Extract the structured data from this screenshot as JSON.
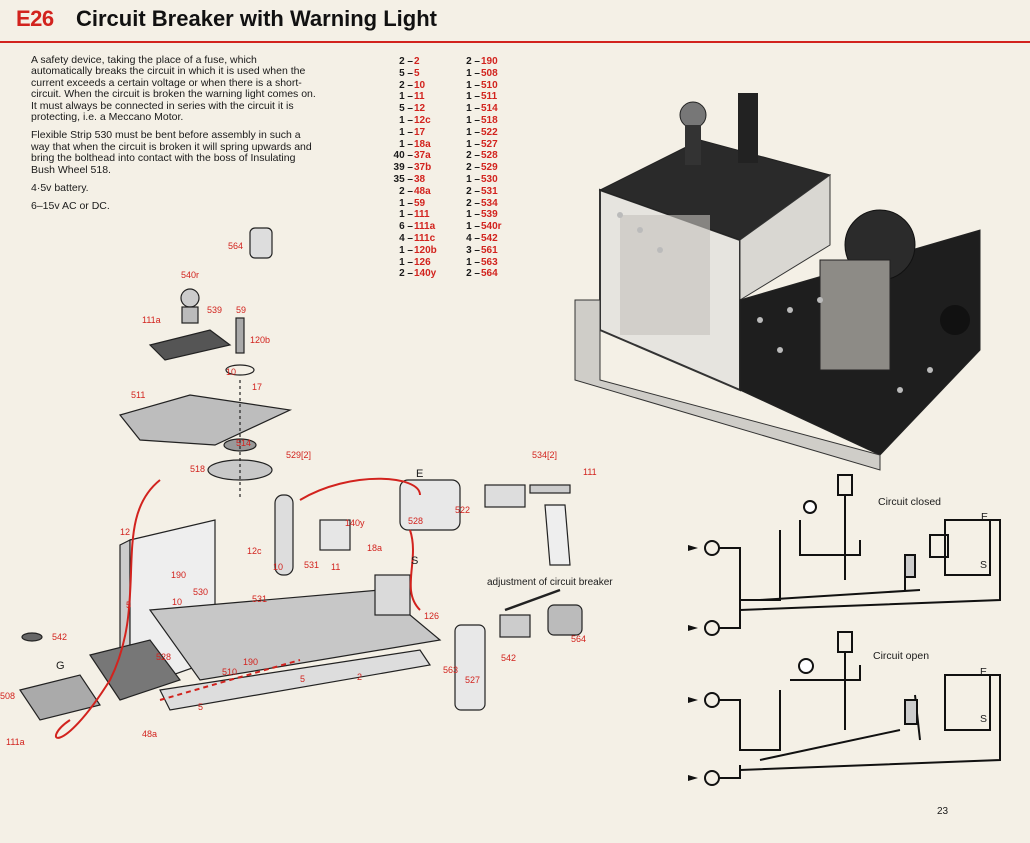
{
  "header": {
    "code": "E26",
    "title": "Circuit Breaker with Warning Light"
  },
  "intro": {
    "p1": "A safety device, taking the place of a fuse, which automatically breaks the circuit in which it is used when the current exceeds a certain voltage or when there is a short-circuit. When the circuit is broken the warning light comes on. It must always be connected in series with the circuit it is protecting, i.e. a Meccano Motor.",
    "p2": "Flexible Strip 530 must be bent before assembly in such a way that when the circuit is broken it will spring upwards and bring the bolthead into contact with the boss of Insulating Bush Wheel 518.",
    "p3": "4·5v battery.",
    "p4": "6–15v AC or DC."
  },
  "parts_col1": [
    {
      "q": "2 –",
      "p": "2"
    },
    {
      "q": "5 –",
      "p": "5"
    },
    {
      "q": "2 –",
      "p": "10"
    },
    {
      "q": "1 –",
      "p": "11"
    },
    {
      "q": "5 –",
      "p": "12"
    },
    {
      "q": "1 –",
      "p": "12c"
    },
    {
      "q": "1 –",
      "p": "17"
    },
    {
      "q": "1 –",
      "p": "18a"
    },
    {
      "q": "40 –",
      "p": "37a"
    },
    {
      "q": "39 –",
      "p": "37b"
    },
    {
      "q": "35 –",
      "p": "38"
    },
    {
      "q": "2 –",
      "p": "48a"
    },
    {
      "q": "1 –",
      "p": "59"
    },
    {
      "q": "1 –",
      "p": "111"
    },
    {
      "q": "6 –",
      "p": "111a"
    },
    {
      "q": "4 –",
      "p": "111c"
    },
    {
      "q": "1 –",
      "p": "120b"
    },
    {
      "q": "1 –",
      "p": "126"
    },
    {
      "q": "2 –",
      "p": "140y"
    }
  ],
  "parts_col2": [
    {
      "q": "2 –",
      "p": "190"
    },
    {
      "q": "1 –",
      "p": "508"
    },
    {
      "q": "1 –",
      "p": "510"
    },
    {
      "q": "1 –",
      "p": "511"
    },
    {
      "q": "1 –",
      "p": "514"
    },
    {
      "q": "1 –",
      "p": "518"
    },
    {
      "q": "1 –",
      "p": "522"
    },
    {
      "q": "1 –",
      "p": "527"
    },
    {
      "q": "2 –",
      "p": "528"
    },
    {
      "q": "2 –",
      "p": "529"
    },
    {
      "q": "1 –",
      "p": "530"
    },
    {
      "q": "2 –",
      "p": "531"
    },
    {
      "q": "2 –",
      "p": "534"
    },
    {
      "q": "1 –",
      "p": "539"
    },
    {
      "q": "1 –",
      "p": "540r"
    },
    {
      "q": "4 –",
      "p": "542"
    },
    {
      "q": "3 –",
      "p": "561"
    },
    {
      "q": "1 –",
      "p": "563"
    },
    {
      "q": "2 –",
      "p": "564"
    }
  ],
  "labels": {
    "l564a": "564",
    "l540r": "540r",
    "l111a_top": "111a",
    "l539": "539",
    "l59": "59",
    "l120b": "120b",
    "l10a": "10",
    "l17": "17",
    "l511": "511",
    "l514": "514",
    "l518": "518",
    "l529": "529[2]",
    "l534": "534[2]",
    "l111": "111",
    "lE1": "E",
    "l522": "522",
    "l528a": "528",
    "l140y": "140y",
    "l18a": "18a",
    "l12c": "12c",
    "l10b": "10",
    "l531a": "531",
    "l11": "11",
    "lS1": "S",
    "l12": "12",
    "l190a": "190",
    "l530": "530",
    "l531b": "531",
    "l10c": "10",
    "l5a": "5",
    "l126": "126",
    "l542a": "542",
    "lG": "G",
    "l528b": "528",
    "l510": "510",
    "l190b": "190",
    "l5b": "5",
    "l2": "2",
    "l508": "508",
    "l5c": "5",
    "l111a_bot": "111a",
    "l48a": "48a",
    "l563": "563",
    "l527": "527",
    "l542b": "542",
    "l564b": "564",
    "adjust": "adjustment of circuit breaker",
    "closed": "Circuit closed",
    "open": "Circuit open",
    "E_c": "E",
    "S_c": "S",
    "E_o": "E",
    "S_o": "S"
  },
  "page_number": "23",
  "colors": {
    "accent": "#d2231e",
    "paper": "#f4f0e6",
    "ink": "#1a1a1a"
  }
}
